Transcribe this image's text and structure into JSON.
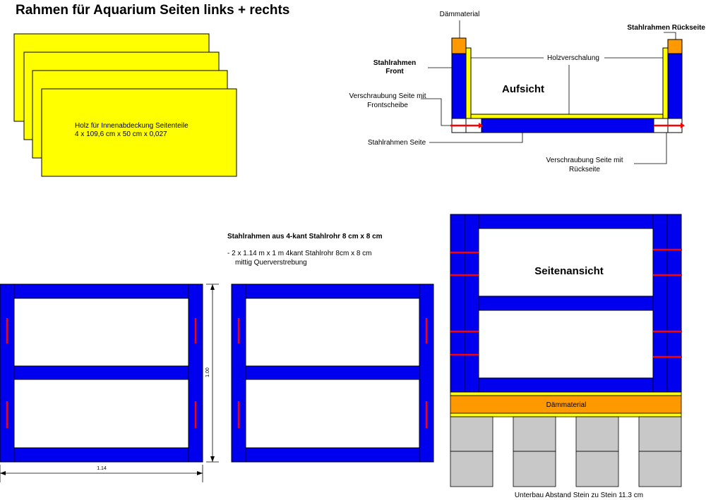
{
  "title": "Rahmen für Aquarium Seiten links + rechts",
  "colors": {
    "steel": "#0000ee",
    "wood": "#ffff00",
    "insulation": "#ff9900",
    "bolt": "#ff0000",
    "stone": "#c8c8c8"
  },
  "wood_panels": {
    "line1": "Holz für Innenabdeckung Seitenteile",
    "line2": "4  x 109,6 cm x 50 cm x 0,027"
  },
  "top_view": {
    "title": "Aufsicht",
    "daemmaterial": "Dämmaterial",
    "back_frame": "Stahlrahmen Rückseite",
    "front_frame_1": "Stahlrahmen",
    "front_frame_2": "Front",
    "wood_cladding": "Holzverschalung",
    "bolt_front_1": "Verschraubung Seite mit",
    "bolt_front_2": "Frontscheibe",
    "side_frame": "Stahlrahmen Seite",
    "bolt_back_1": "Verschraubung Seite mit",
    "bolt_back_2": "Rückseite"
  },
  "frame_spec": {
    "heading": "Stahlrahmen aus 4-kant Stahlrohr 8 cm x 8 cm",
    "line1": "-  2 x 1.14 m x 1 m 4kant Stahlrohr 8cm x 8 cm",
    "line2": "mittig Querverstrebung"
  },
  "dimensions": {
    "width": "1.14",
    "height": "1.00"
  },
  "side_view": {
    "title": "Seitenansicht",
    "daemmaterial": "Dämmaterial",
    "caption": "Unterbau Abstand Stein zu Stein 11.3 cm"
  }
}
